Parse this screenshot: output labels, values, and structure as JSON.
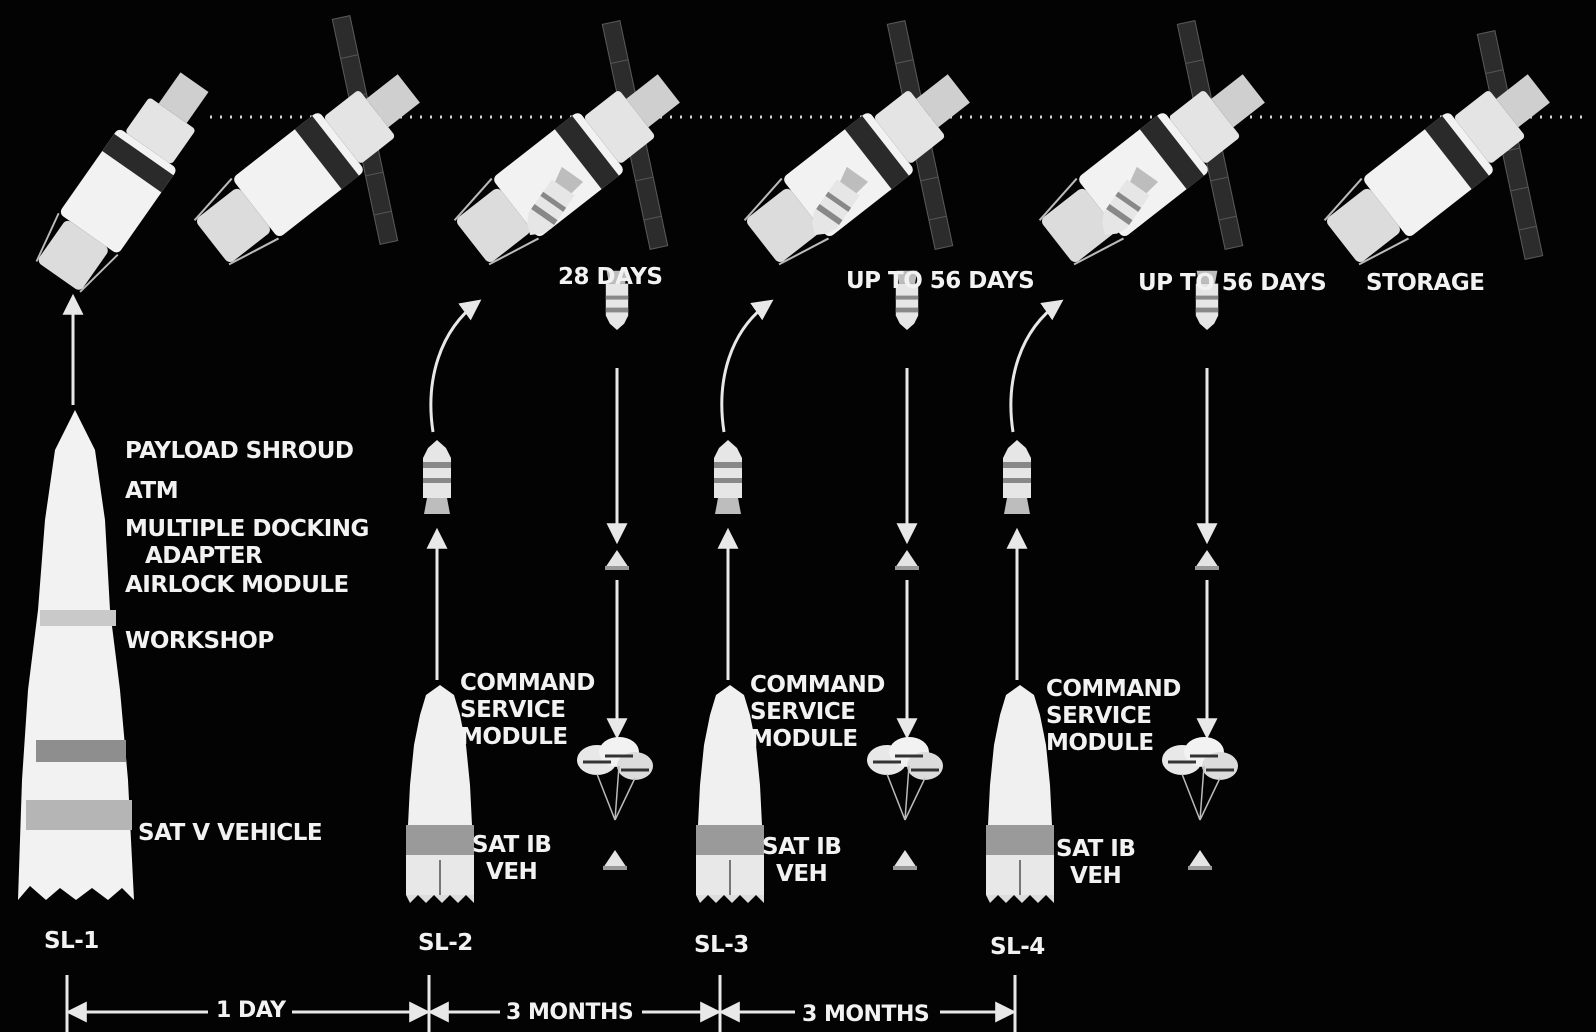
{
  "mission_durations": [
    "28 DAYS",
    "UP TO 56 DAYS",
    "UP TO 56 DAYS",
    "STORAGE"
  ],
  "sl1_components": [
    "PAYLOAD SHROUD",
    "ATM",
    "MULTIPLE DOCKING",
    "ADAPTER",
    "AIRLOCK MODULE",
    "WORKSHOP"
  ],
  "sl1_vehicle": "SAT V VEHICLE",
  "csm_label": [
    "COMMAND",
    "SERVICE",
    "MODULE"
  ],
  "launch_vehicle_label": [
    "SAT IB",
    "VEH"
  ],
  "launches": [
    "SL-1",
    "SL-2",
    "SL-3",
    "SL-4"
  ],
  "intervals": [
    "1 DAY",
    "3 MONTHS",
    "3 MONTHS"
  ]
}
